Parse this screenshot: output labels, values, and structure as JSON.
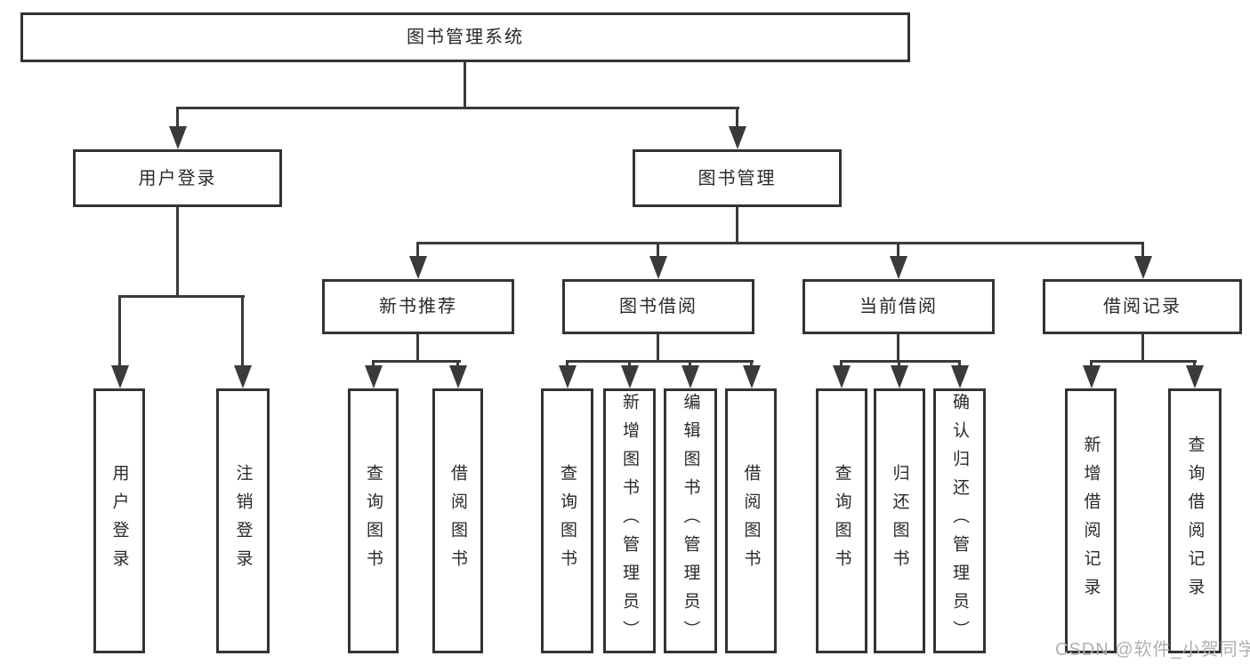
{
  "diagram": {
    "root": {
      "label": "图书管理系统"
    },
    "level2": {
      "user_login": "用户登录",
      "book_management": "图书管理"
    },
    "level3": {
      "new_book_recommend": "新书推荐",
      "book_borrow": "图书借阅",
      "current_borrow": "当前借阅",
      "borrow_record": "借阅记录"
    },
    "leaves": {
      "user_login": [
        "用户登录",
        "注销登录"
      ],
      "new_book_recommend": [
        "查询图书",
        "借阅图书"
      ],
      "book_borrow": [
        "查询图书",
        "新增图书（管理员）",
        "编辑图书（管理员）",
        "借阅图书"
      ],
      "current_borrow": [
        "查询图书",
        "归还图书",
        "确认归还（管理员）"
      ],
      "borrow_record": [
        "新增借阅记录",
        "查询借阅记录"
      ]
    },
    "watermark": "CSDN @软件_小贺同学"
  },
  "colors": {
    "line": "#3a3a3a",
    "border": "#333333",
    "text": "#2a2a2a",
    "watermark": "#b0b0b0",
    "background": "#ffffff"
  }
}
